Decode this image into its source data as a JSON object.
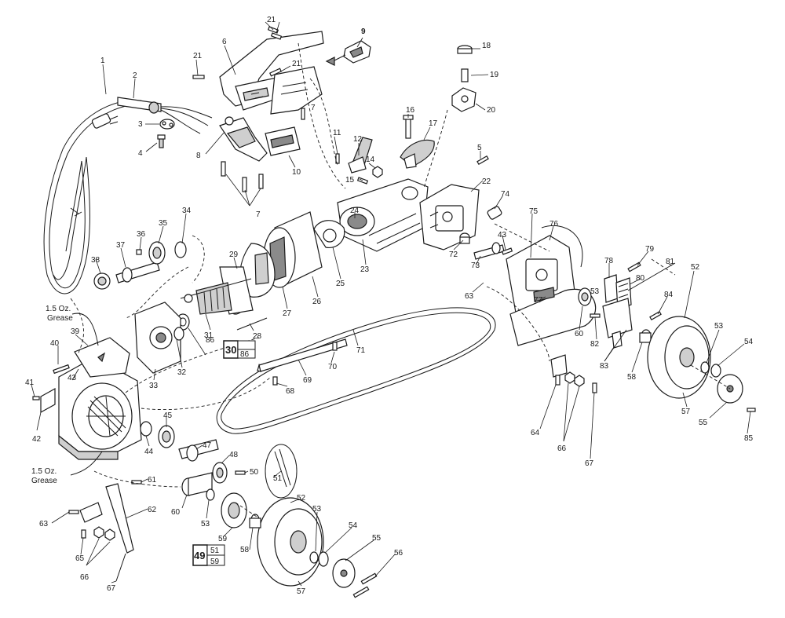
{
  "labels": {
    "p1": "1",
    "p2": "2",
    "p3": "3",
    "p4": "4",
    "p5": "5",
    "p6": "6",
    "p7": "7",
    "p8": "8",
    "p9": "9",
    "p10": "10",
    "p11": "11",
    "p12": "12",
    "p14": "14",
    "p15": "15",
    "p16": "16",
    "p17": "17",
    "p18": "18",
    "p19": "19",
    "p20": "20",
    "p21": "21",
    "p22": "22",
    "p23": "23",
    "p24": "24",
    "p25": "25",
    "p26": "26",
    "p27": "27",
    "p28": "28",
    "p29": "29",
    "p31": "31",
    "p32": "32",
    "p33": "33",
    "p34": "34",
    "p35": "35",
    "p36": "36",
    "p37": "37",
    "p38": "38",
    "p39": "39",
    "p40": "40",
    "p41": "41",
    "p42": "42",
    "p43": "43",
    "p44": "44",
    "p45": "45",
    "p47": "47",
    "p48": "48",
    "p50": "50",
    "p51": "51",
    "p52": "52",
    "p53": "53",
    "p54": "54",
    "p55": "55",
    "p56": "56",
    "p57": "57",
    "p58": "58",
    "p59": "59",
    "p60": "60",
    "p61": "61",
    "p62": "62",
    "p63": "63",
    "p64": "64",
    "p65": "65",
    "p66": "66",
    "p67": "67",
    "p68": "68",
    "p69": "69",
    "p70": "70",
    "p71": "71",
    "p72": "72",
    "p73": "73",
    "p74": "74",
    "p75": "75",
    "p76": "76",
    "p77": "77",
    "p78": "78",
    "p79": "79",
    "p80": "80",
    "p81": "81",
    "p82": "82",
    "p83": "83",
    "p84": "84",
    "p85": "85",
    "p86": "86"
  },
  "kits": {
    "k30_main": "30",
    "k30_sub": "86",
    "k49_main": "49",
    "k49_sub1": "51",
    "k49_sub2": "59"
  },
  "notes": {
    "grease_top_1": "1.5 Oz.",
    "grease_top_2": "Grease",
    "grease_bot_1": "1.5 Oz.",
    "grease_bot_2": "Grease"
  }
}
